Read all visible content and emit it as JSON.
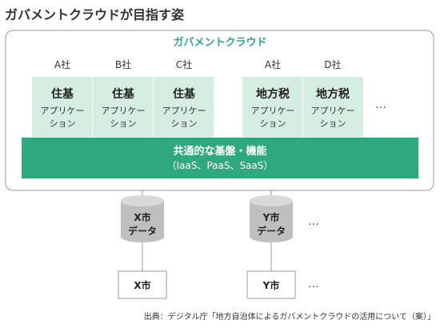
{
  "title": "ガバメントクラウドが目指す姿",
  "cloud_label": "ガバメントクラウド",
  "apps": [
    {
      "company": "A社",
      "name": "住基",
      "sub1": "アプリケー",
      "sub2": "ション"
    },
    {
      "company": "B社",
      "name": "住基",
      "sub1": "アプリケー",
      "sub2": "ション"
    },
    {
      "company": "C社",
      "name": "住基",
      "sub1": "アプリケー",
      "sub2": "ション"
    },
    {
      "company": "A社",
      "name": "地方税",
      "sub1": "アプリケー",
      "sub2": "ション"
    },
    {
      "company": "D社",
      "name": "地方税",
      "sub1": "アプリケー",
      "sub2": "ション"
    }
  ],
  "apps_more": "…",
  "platform": {
    "line1": "共通的な基盤・機能",
    "line2": "（IaaS、PaaS、SaaS）"
  },
  "databases": [
    {
      "line1": "X市",
      "line2": "データ"
    },
    {
      "line1": "Y市",
      "line2": "データ"
    }
  ],
  "databases_more": "…",
  "cities": [
    {
      "label": "X市"
    },
    {
      "label": "Y市"
    }
  ],
  "cities_more": "…",
  "source": "出典：デジタル庁「地方自治体によるガバメントクラウドの活用について（案）」",
  "colors": {
    "accent": "#2ea97d",
    "app_box": "#d6ede2",
    "platform": "#2ea97d",
    "db_top": "#d9d9d9",
    "db_body": "#bfbfbf",
    "frame": "#9a9a9a"
  }
}
